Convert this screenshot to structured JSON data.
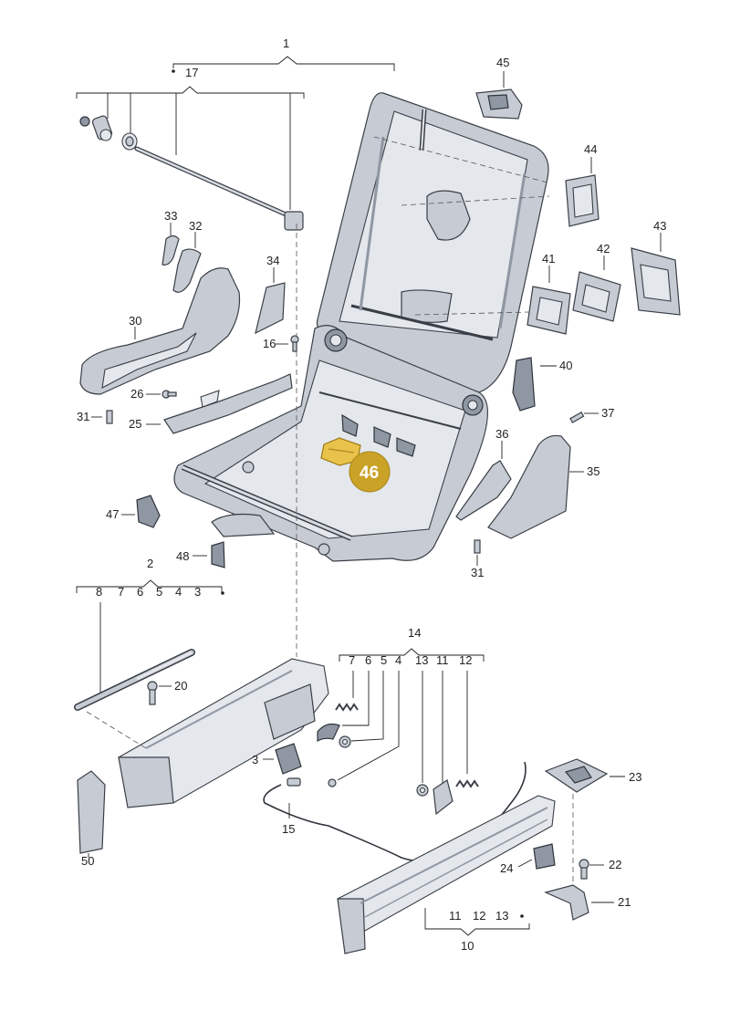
{
  "diagram": {
    "callouts": {
      "c1": "1",
      "c17": "17",
      "c45": "45",
      "c44": "44",
      "c43": "43",
      "c42": "42",
      "c41": "41",
      "c40": "40",
      "c37": "37",
      "c36": "36",
      "c35": "35",
      "c34": "34",
      "c33": "33",
      "c32": "32",
      "c30": "30",
      "c31a": "31",
      "c31b": "31",
      "c16": "16",
      "c26": "26",
      "c25": "25",
      "c47": "47",
      "c48": "48",
      "c2": "2",
      "c20": "20",
      "c3": "3",
      "c14": "14",
      "c15": "15",
      "c50": "50",
      "c23": "23",
      "c22": "22",
      "c24": "24",
      "c21": "21",
      "c10": "10"
    },
    "group2_items": [
      "8",
      "7",
      "6",
      "5",
      "4",
      "3"
    ],
    "group14_items": [
      "7",
      "6",
      "5",
      "4",
      "13",
      "11",
      "12"
    ],
    "group10_items": [
      "11",
      "12",
      "13"
    ],
    "highlight_badge": "46",
    "colors": {
      "badge": "#c9a227",
      "part": "#c7ccd4",
      "outline": "#3a3f47"
    }
  }
}
